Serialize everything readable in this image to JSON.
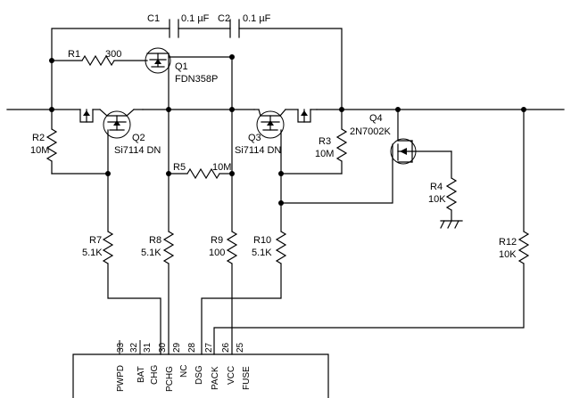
{
  "components": {
    "c1": {
      "ref": "C1",
      "value": "0.1 µF"
    },
    "c2": {
      "ref": "C2",
      "value": "0.1 µF"
    },
    "r1": {
      "ref": "R1",
      "value": "300"
    },
    "r2": {
      "ref": "R2",
      "value": "10M"
    },
    "r3": {
      "ref": "R3",
      "value": "10M"
    },
    "r4": {
      "ref": "R4",
      "value": "10K"
    },
    "r5": {
      "ref": "R5",
      "value": "10M"
    },
    "r7": {
      "ref": "R7",
      "value": "5.1K"
    },
    "r8": {
      "ref": "R8",
      "value": "5.1K"
    },
    "r9": {
      "ref": "R9",
      "value": "100"
    },
    "r10": {
      "ref": "R10",
      "value": "5.1K"
    },
    "r12": {
      "ref": "R12",
      "value": "10K"
    },
    "q1": {
      "ref": "Q1",
      "part": "FDN358P"
    },
    "q2": {
      "ref": "Q2",
      "part": "Si7114 DN"
    },
    "q3": {
      "ref": "Q3",
      "part": "Si7114 DN"
    },
    "q4": {
      "ref": "Q4",
      "part": "2N7002K"
    }
  },
  "ic": {
    "pins": [
      {
        "num": "33",
        "name": "PWPD"
      },
      {
        "num": "32",
        "name": "BAT"
      },
      {
        "num": "31",
        "name": "CHG"
      },
      {
        "num": "30",
        "name": "PCHG"
      },
      {
        "num": "29",
        "name": "NC"
      },
      {
        "num": "28",
        "name": "DSG"
      },
      {
        "num": "27",
        "name": "PACK"
      },
      {
        "num": "26",
        "name": "VCC"
      },
      {
        "num": "25",
        "name": "FUSE"
      }
    ]
  }
}
